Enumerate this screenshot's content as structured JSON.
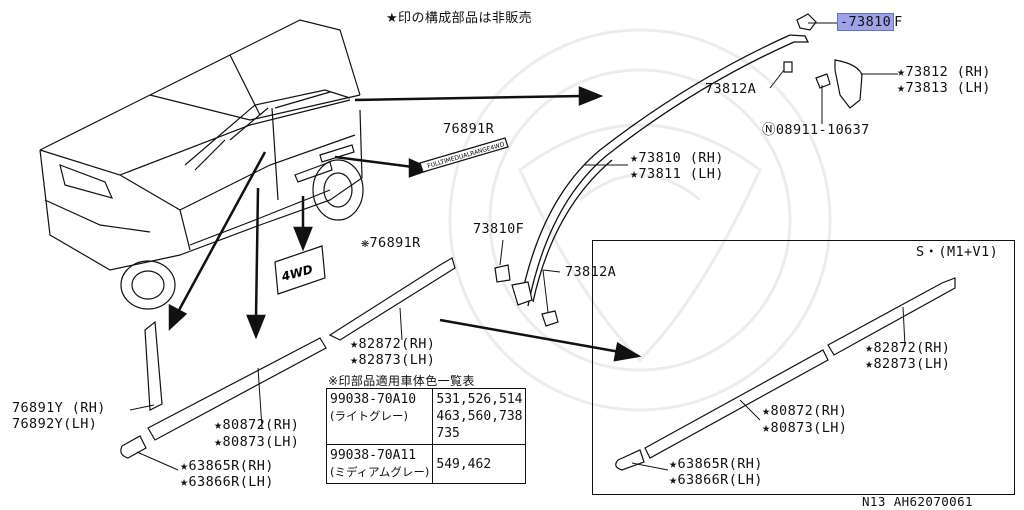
{
  "header_note": "★印の構成部品は非販売",
  "highlighted_part": "-73810",
  "highlighted_suffix": "F",
  "labels": {
    "p73812_rh": "★73812 (RH)",
    "p73813_lh": "★73813 (LH)",
    "p73812a_top": "73812A",
    "p08911": "Ⓝ08911-10637",
    "p73810_rh": "★73810 (RH)",
    "p73811_lh": "★73811 (LH)",
    "p76891r": "76891R",
    "p73810f": "73810F",
    "p73812a_mid": "73812A",
    "p76891r_x": "❋76891R",
    "p82872_rh": "★82872(RH)",
    "p82873_lh": "★82873(LH)",
    "p76891y": "76891Y (RH)",
    "p76892y": "76892Y(LH)",
    "p80872_rh": "★80872(RH)",
    "p80873_lh": "★80873(LH)",
    "p63865r": "★63865R(RH)",
    "p63866r": "★63866R(LH)",
    "inset_title": "S・(M1+V1)",
    "in_82872_rh": "★82872(RH)",
    "in_82873_lh": "★82873(LH)",
    "in_80872_rh": "★80872(RH)",
    "in_80873_lh": "★80873(LH)",
    "in_63865r": "★63865R(RH)",
    "in_63866r": "★63866R(LH)",
    "footer_code": "N13 AH62070061"
  },
  "color_table": {
    "title": "※印部品適用車体色一覧表",
    "rows": [
      {
        "code": "99038-70A10",
        "name": "(ライトグレー)",
        "colors_1": "531,526,514",
        "colors_2": "463,560,738",
        "colors_3": "735"
      },
      {
        "code": "99038-70A11",
        "name": "(ミディアムグレー)",
        "colors_1": "549,462"
      }
    ]
  },
  "badge_text": "4WD",
  "emblem_text": "FULLTIMEDUALRANGE4WD"
}
